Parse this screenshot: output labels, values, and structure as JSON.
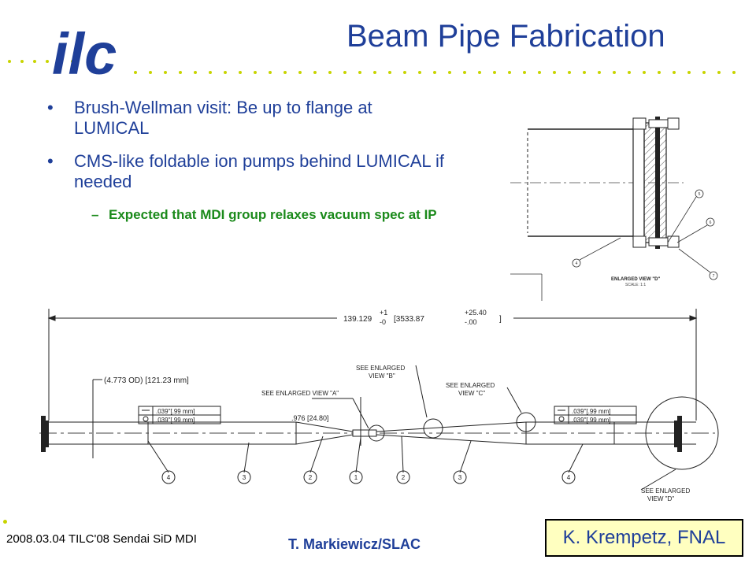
{
  "header": {
    "logo_text": "ilc",
    "title": "Beam Pipe Fabrication"
  },
  "bullets": [
    {
      "text": "Brush-Wellman visit: Be up to flange at LUMICAL"
    },
    {
      "text": "CMS-like foldable ion pumps behind LUMICAL if needed"
    }
  ],
  "sub_bullets": [
    {
      "text": "Expected that MDI group relaxes vacuum spec at IP"
    }
  ],
  "enlarged_view": {
    "caption": "ENLARGED VIEW \"D\"",
    "scale": "SCALE: 1:1",
    "callouts": [
      "5",
      "6",
      "7",
      "4"
    ]
  },
  "drawing": {
    "overall_dim": "139.129",
    "overall_tol_plus": "+1",
    "overall_tol_minus": "-0",
    "overall_metric": "[3533.87",
    "overall_metric_tol_plus": "+25.40",
    "overall_metric_tol_minus": "-.00",
    "overall_metric_close": "]",
    "od_label": "(4.773 OD) [121.23 mm]",
    "center_dim": ".976 [24.80]",
    "see_a": "SEE ENLARGED VIEW \"A\"",
    "see_b_1": "SEE ENLARGED",
    "see_b_2": "VIEW \"B\"",
    "see_c_1": "SEE ENLARGED",
    "see_c_2": "VIEW \"C\"",
    "see_d_1": "SEE ENLARGED",
    "see_d_2": "VIEW \"D\"",
    "tol_flat": ".039\"[.99 mm]",
    "tol_circ": ".039\"[.99 mm]",
    "part_labels": [
      "4",
      "3",
      "2",
      "1",
      "2",
      "3",
      "4"
    ]
  },
  "footer": {
    "left": "2008.03.04 TILC'08 Sendai SiD MDI",
    "center": "T. Markiewicz/SLAC",
    "credit": "K. Krempetz, FNAL"
  },
  "colors": {
    "title": "#1f3f99",
    "sub_bullet": "#1b8a1b",
    "dots": "#c8d400",
    "credit_bg": "#ffffc0"
  }
}
